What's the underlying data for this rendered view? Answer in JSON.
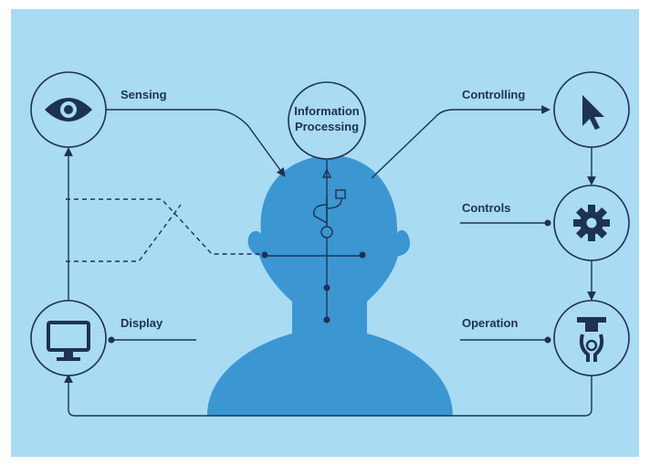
{
  "diagram": {
    "labels": {
      "sensing": "Sensing",
      "information_processing_line1": "Information",
      "information_processing_line2": "Processing",
      "controlling": "Controlling",
      "controls": "Controls",
      "operation": "Operation",
      "display": "Display"
    },
    "icons": {
      "sensing": "eye-icon",
      "controlling": "cursor-icon",
      "controls": "gear-icon",
      "operation": "robotic-gripper-icon",
      "display": "monitor-icon",
      "head": "human-head-silhouette",
      "brain": "usb-symbol-icon"
    },
    "colors": {
      "background": "#a9dbf2",
      "head": "#3c96d2",
      "line": "#1e3253",
      "node_fill": "#a9dbf2",
      "node_stroke": "#1e3253"
    }
  }
}
